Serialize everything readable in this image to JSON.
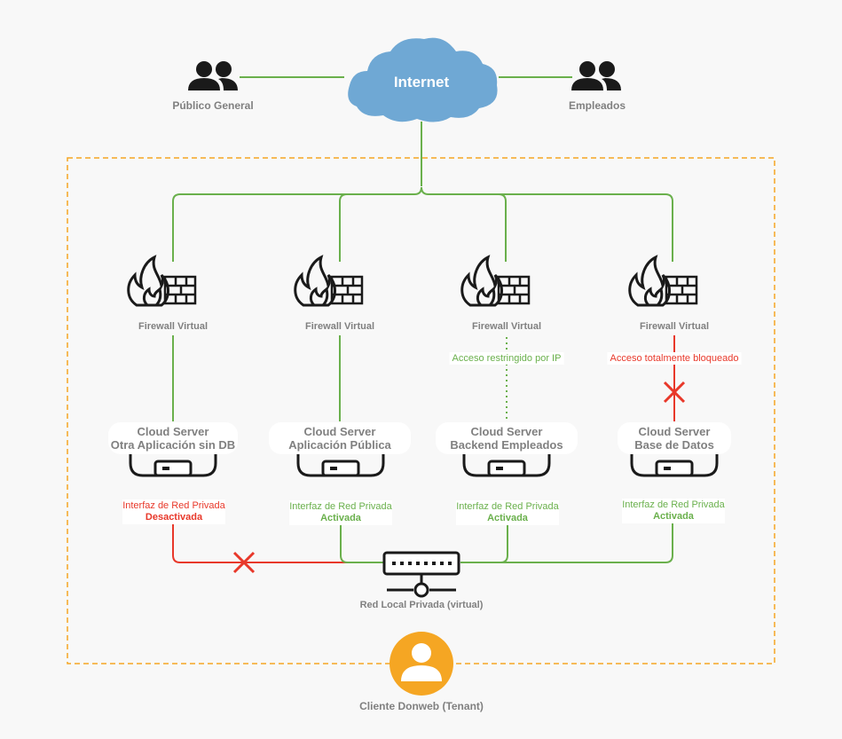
{
  "internet": {
    "label": "Internet"
  },
  "actors": {
    "public": {
      "label": "Público General"
    },
    "employees": {
      "label": "Empleados"
    }
  },
  "firewalls": [
    {
      "label": "Firewall Virtual"
    },
    {
      "label": "Firewall Virtual"
    },
    {
      "label": "Firewall Virtual"
    },
    {
      "label": "Firewall Virtual"
    }
  ],
  "access_notes": {
    "restricted": {
      "text": "Acceso restringido por IP",
      "color": "#6ab04c"
    },
    "blocked": {
      "text": "Acceso totalmente bloqueado",
      "color": "#e8382a"
    }
  },
  "servers": [
    {
      "title": "Cloud Server",
      "name": "Otra Aplicación sin DB",
      "iface_title": "Interfaz de Red Privada",
      "iface_state": "Desactivada",
      "state_color": "red"
    },
    {
      "title": "Cloud Server",
      "name": "Aplicación Pública",
      "iface_title": "Interfaz de Red Privada",
      "iface_state": "Activada",
      "state_color": "green"
    },
    {
      "title": "Cloud Server",
      "name": "Backend Empleados",
      "iface_title": "Interfaz de Red Privada",
      "iface_state": "Activada",
      "state_color": "green"
    },
    {
      "title": "Cloud Server",
      "name": "Base de Datos",
      "iface_title": "Interfaz de Red Privada",
      "iface_state": "Activada",
      "state_color": "green"
    }
  ],
  "network": {
    "label": "Red Local Privada (virtual)"
  },
  "tenant": {
    "label": "Cliente Donweb (Tenant)"
  },
  "colors": {
    "link": "#6ab04c",
    "blocked": "#e8382a",
    "cloud": "#6fa8d4",
    "tenant": "#f5a623",
    "text": "#808080"
  }
}
